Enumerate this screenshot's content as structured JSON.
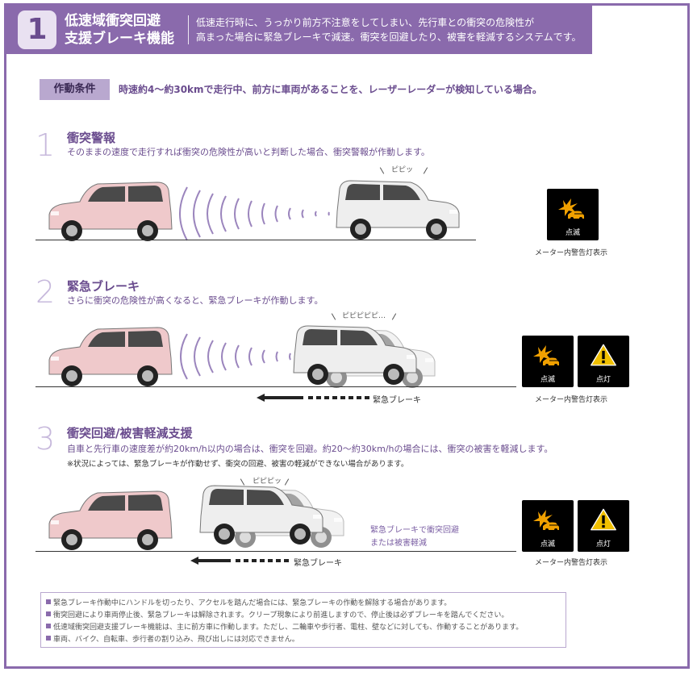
{
  "header": {
    "number": "1",
    "title": "低速域衝突回避\n支援ブレーキ機能",
    "description": "低速走行時に、うっかり前方不注意をしてしまい、先行車との衝突の危険性が\n高まった場合に緊急ブレーキで減速。衝突を回避したり、被害を軽減するシステムです。"
  },
  "condition": {
    "label": "作動条件",
    "text": "時速約4～約30kmで走行中、前方に車両があることを、レーザーレーダーが検知している場合。"
  },
  "steps": [
    {
      "number": "1",
      "title": "衝突警報",
      "description": "そのままの速度で走行すれば衝突の危険性が高いと判断した場合、衝突警報が作動します。",
      "sound": "ピピッ",
      "icons": [
        {
          "name": "collision-warning-icon",
          "label": "点滅"
        }
      ],
      "meter_caption": "メーター内警告灯表示"
    },
    {
      "number": "2",
      "title": "緊急ブレーキ",
      "description": "さらに衝突の危険性が高くなると、緊急ブレーキが作動します。",
      "sound": "ピピピピピ…",
      "brake_label": "緊急ブレーキ",
      "icons": [
        {
          "name": "collision-warning-icon",
          "label": "点滅"
        },
        {
          "name": "warning-triangle-icon",
          "label": "点灯"
        }
      ],
      "meter_caption": "メーター内警告灯表示"
    },
    {
      "number": "3",
      "title": "衝突回避/被害軽減支援",
      "description": "自車と先行車の速度差が約20km/h以内の場合は、衝突を回避。約20～約30km/hの場合には、衝突の被害を軽減します。",
      "note": "※状況によっては、緊急ブレーキが作動せず、衝突の回避、被害の軽減ができない場合があります。",
      "sound": "ピピピッ",
      "brake_label": "緊急ブレーキ",
      "avoid_text": "緊急ブレーキで衝突回避\nまたは被害軽減",
      "icons": [
        {
          "name": "collision-warning-icon",
          "label": "点滅"
        },
        {
          "name": "warning-triangle-icon",
          "label": "点灯"
        }
      ],
      "meter_caption": "メーター内警告灯表示"
    }
  ],
  "notes": [
    "緊急ブレーキ作動中にハンドルを切ったり、アクセルを踏んだ場合には、緊急ブレーキの作動を解除する場合があります。",
    "衝突回避により車両停止後、緊急ブレーキは解除されます。クリープ現象により前進しますので、停止後は必ずブレーキを踏んでください。",
    "低速域衝突回避支援ブレーキ機能は、主に前方車に作動します。ただし、二輪車や歩行者、電柱、壁などに対しても、作動することがあります。",
    "車両、バイク、自転車、歩行者の割り込み、飛び出しには対応できません。"
  ],
  "colors": {
    "accent": "#8a6aac",
    "accent_light": "#b9a8cf",
    "pink_car": "#efc9cb",
    "white_car": "#eeeeee",
    "icon_orange": "#f0a000"
  }
}
